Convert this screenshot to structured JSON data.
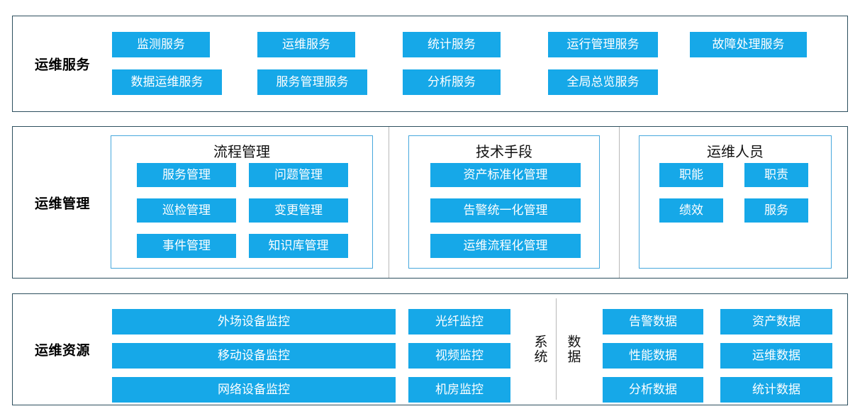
{
  "theme": {
    "chip_blue": "#16a8e8",
    "outer_border": "#2d4f5e",
    "panel_border": "#47a8dd",
    "divider_gray": "#b8b8b8",
    "background": "#ffffff",
    "chip_text": "#ffffff",
    "label_text": "#000000"
  },
  "sections": {
    "service": {
      "label": "运维服务",
      "chips": [
        "监测服务",
        "运维服务",
        "统计服务",
        "运行管理服务",
        "故障处理服务",
        "数据运维服务",
        "服务管理服务",
        "分析服务",
        "全局总览服务"
      ]
    },
    "manage": {
      "label": "运维管理",
      "panels": [
        {
          "title": "流程管理",
          "chips": [
            "服务管理",
            "问题管理",
            "巡检管理",
            "变更管理",
            "事件管理",
            "知识库管理"
          ]
        },
        {
          "title": "技术手段",
          "chips": [
            "资产标准化管理",
            "告警统一化管理",
            "运维流程化管理"
          ]
        },
        {
          "title": "运维人员",
          "chips": [
            "职能",
            "职责",
            "绩效",
            "服务"
          ]
        }
      ]
    },
    "resource": {
      "label": "运维资源",
      "wide_chips": [
        "外场设备监控",
        "移动设备监控",
        "网络设备监控"
      ],
      "mid_chips": [
        "光纤监控",
        "视频监控",
        "机房监控"
      ],
      "vertical_labels": [
        "系统",
        "数据"
      ],
      "data_chips": [
        "告警数据",
        "资产数据",
        "性能数据",
        "运维数据",
        "分析数据",
        "统计数据"
      ]
    }
  }
}
